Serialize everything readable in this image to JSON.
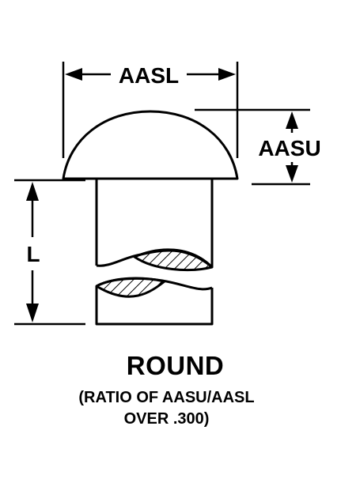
{
  "labels": {
    "head_diameter": "AASL",
    "head_height": "AASU",
    "length": "L"
  },
  "caption": {
    "title": "ROUND",
    "note_line1": "(RATIO OF AASU/AASL",
    "note_line2": "OVER .300)"
  },
  "colors": {
    "ink": "#000000",
    "background": "#ffffff"
  }
}
